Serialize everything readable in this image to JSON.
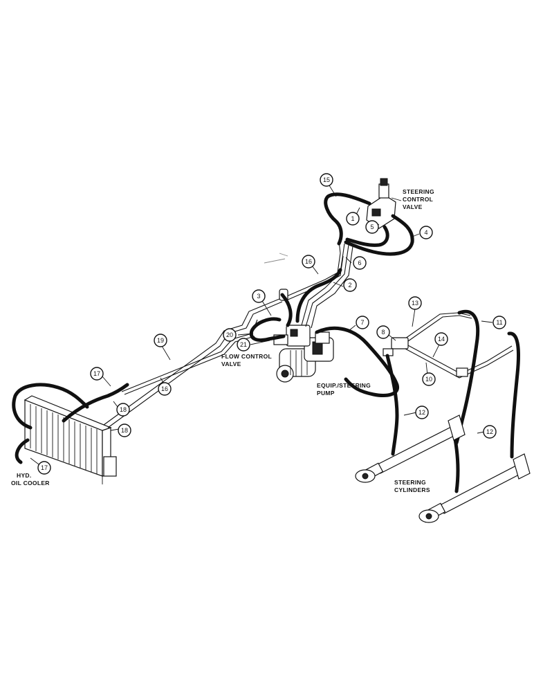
{
  "labels": {
    "steering_control_valve": [
      "STEERING",
      "CONTROL",
      "VALVE"
    ],
    "flow_control_valve": [
      "FLOW CONTROL",
      "VALVE"
    ],
    "equip_steering_pump": [
      "EQUIP./STEERING",
      "PUMP"
    ],
    "hyd_oil_cooler": [
      "HYD.",
      "OIL COOLER"
    ],
    "steering_cylinders": [
      "STEERING",
      "CYLINDERS"
    ]
  },
  "callouts": [
    "15",
    "1",
    "5",
    "4",
    "6",
    "16",
    "2",
    "3",
    "7",
    "20",
    "21",
    "13",
    "11",
    "8",
    "14",
    "10",
    "19",
    "16",
    "17",
    "18",
    "18",
    "17",
    "12",
    "12"
  ]
}
